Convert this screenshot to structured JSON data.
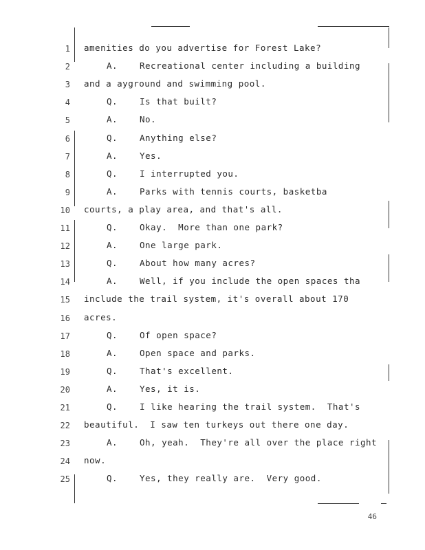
{
  "document": {
    "page_number": "46",
    "lines": [
      {
        "n": "1",
        "speaker": "",
        "text": "amenities do you advertise for Forest Lake?"
      },
      {
        "n": "2",
        "speaker": "A.",
        "text": "Recreational center including a building"
      },
      {
        "n": "3",
        "speaker": "",
        "text": "and a ayground and swimming pool."
      },
      {
        "n": "4",
        "speaker": "Q.",
        "text": "Is that built?"
      },
      {
        "n": "5",
        "speaker": "A.",
        "text": "No."
      },
      {
        "n": "6",
        "speaker": "Q.",
        "text": "Anything else?"
      },
      {
        "n": "7",
        "speaker": "A.",
        "text": "Yes."
      },
      {
        "n": "8",
        "speaker": "Q.",
        "text": "I interrupted you."
      },
      {
        "n": "9",
        "speaker": "A.",
        "text": "Parks with tennis courts, basketba"
      },
      {
        "n": "10",
        "speaker": "",
        "text": "courts, a play area, and that's all."
      },
      {
        "n": "11",
        "speaker": "Q.",
        "text": "Okay.  More than one park?"
      },
      {
        "n": "12",
        "speaker": "A.",
        "text": "One large park."
      },
      {
        "n": "13",
        "speaker": "Q.",
        "text": "About how many acres?"
      },
      {
        "n": "14",
        "speaker": "A.",
        "text": "Well, if you include the open spaces tha"
      },
      {
        "n": "15",
        "speaker": "",
        "text": "include the trail system, it's overall about 170"
      },
      {
        "n": "16",
        "speaker": "",
        "text": "acres."
      },
      {
        "n": "17",
        "speaker": "Q.",
        "text": "Of open space?"
      },
      {
        "n": "18",
        "speaker": "A.",
        "text": "Open space and parks."
      },
      {
        "n": "19",
        "speaker": "Q.",
        "text": "That's excellent."
      },
      {
        "n": "20",
        "speaker": "A.",
        "text": "Yes, it is."
      },
      {
        "n": "21",
        "speaker": "Q.",
        "text": "I like hearing the trail system.  That's"
      },
      {
        "n": "22",
        "speaker": "",
        "text": "beautiful.  I saw ten turkeys out there one day."
      },
      {
        "n": "23",
        "speaker": "A.",
        "text": "Oh, yeah.  They're all over the place right"
      },
      {
        "n": "24",
        "speaker": "",
        "text": "now."
      },
      {
        "n": "25",
        "speaker": "Q.",
        "text": "Yes, they really are.  Very good."
      }
    ]
  }
}
